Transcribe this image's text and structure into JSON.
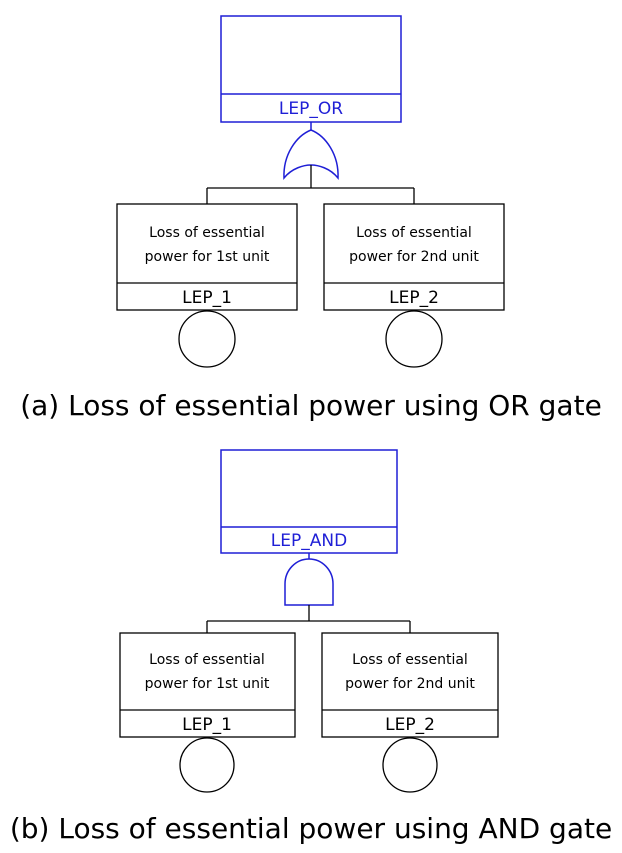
{
  "panel_a": {
    "gate_label": "LEP_OR",
    "gate_type": "OR",
    "events": [
      {
        "desc_line1": "Loss of essential",
        "desc_line2": "power for 1st unit",
        "label": "LEP_1"
      },
      {
        "desc_line1": "Loss of essential",
        "desc_line2": "power for 2nd unit",
        "label": "LEP_2"
      }
    ],
    "caption": "(a) Loss of essential power using OR gate"
  },
  "panel_b": {
    "gate_label": "LEP_AND",
    "gate_type": "AND",
    "events": [
      {
        "desc_line1": "Loss of essential",
        "desc_line2": "power for 1st unit",
        "label": "LEP_1"
      },
      {
        "desc_line1": "Loss of essential",
        "desc_line2": "power for 2nd unit",
        "label": "LEP_2"
      }
    ],
    "caption": "(b) Loss of essential power using AND gate"
  },
  "colors": {
    "gate": "#1f1fd6",
    "event": "#000000"
  }
}
